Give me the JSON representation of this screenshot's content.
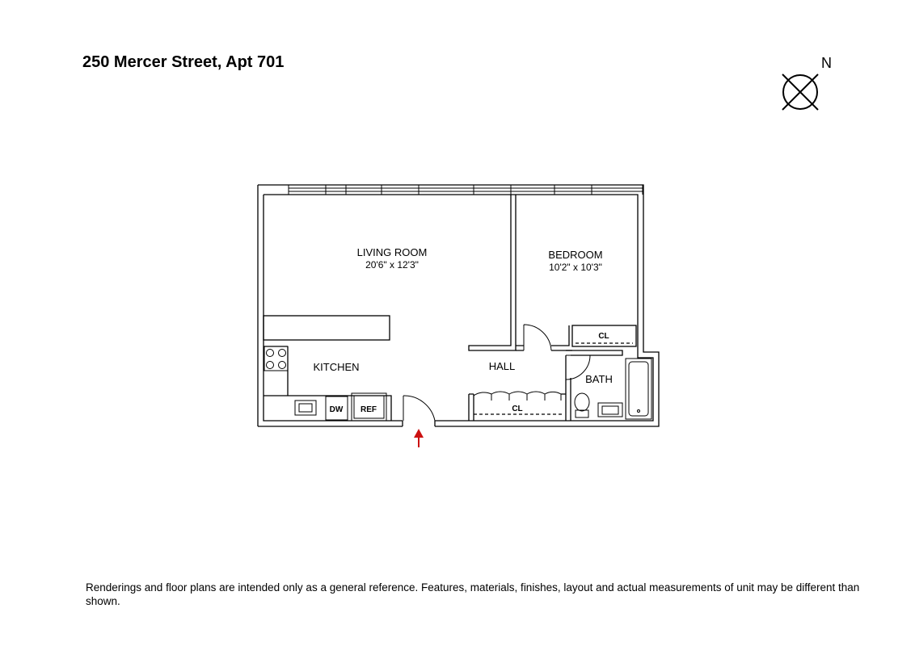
{
  "title": "250 Mercer Street, Apt 701",
  "north_label": "N",
  "icons": {
    "compass": "north-arrow-compass-icon",
    "entry": "entry-arrow-icon"
  },
  "colors": {
    "entry_arrow": "#cc1111",
    "walls": "#000000"
  },
  "rooms": {
    "living": {
      "name": "LIVING ROOM",
      "dims": "20'6\" x 12'3\""
    },
    "bedroom": {
      "name": "BEDROOM",
      "dims": "10'2\" x 10'3\""
    },
    "kitchen": {
      "name": "KITCHEN"
    },
    "hall": {
      "name": "HALL"
    },
    "bath": {
      "name": "BATH"
    }
  },
  "fixtures": {
    "dishwasher": "DW",
    "refrigerator": "REF",
    "hall_closet": "CL",
    "bedroom_closet": "CL"
  },
  "disclaimer": "Renderings and floor plans are intended only as a general reference. Features, materials, finishes, layout and actual measurements of unit may be different than shown."
}
